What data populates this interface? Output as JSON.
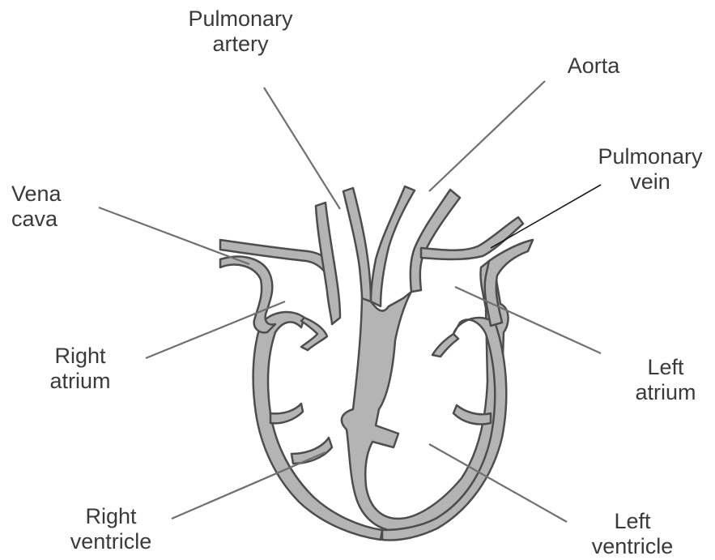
{
  "diagram": {
    "labels": {
      "pulmonary_artery": {
        "line1": "Pulmonary",
        "line2": "artery"
      },
      "aorta": {
        "line1": "Aorta"
      },
      "pulmonary_vein": {
        "line1": "Pulmonary",
        "line2": "vein"
      },
      "vena_cava": {
        "line1": "Vena",
        "line2": "cava"
      },
      "right_atrium": {
        "line1": "Right",
        "line2": "atrium"
      },
      "left_atrium": {
        "line1": "Left",
        "line2": "atrium"
      },
      "right_ventricle": {
        "line1": "Right",
        "line2": "ventricle"
      },
      "left_ventricle": {
        "line1": "Left",
        "line2": "ventricle"
      }
    },
    "colors": {
      "wall_fill": "#b4b4b4",
      "wall_outline": "#4d4d4d",
      "leader_line": "#707070",
      "label_text": "#3a3a3a"
    }
  }
}
